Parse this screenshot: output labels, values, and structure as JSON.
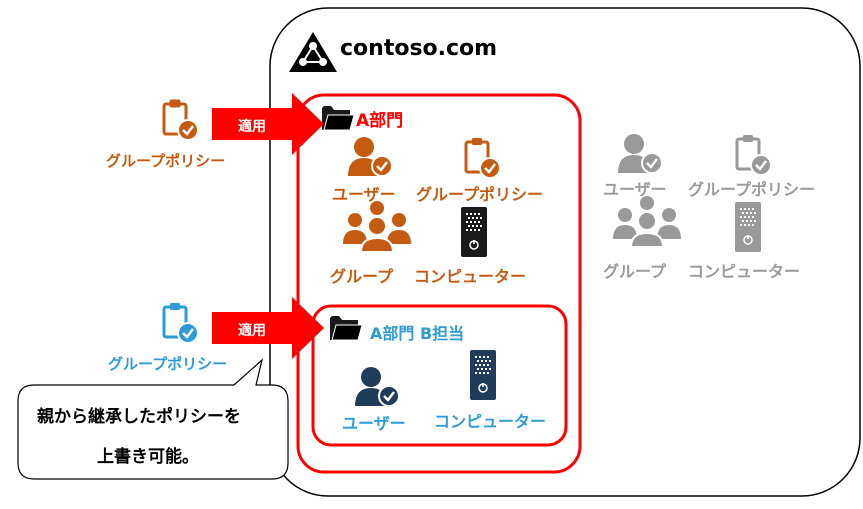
{
  "domain_title": "contoso.com",
  "left_policies": {
    "orange_label": "グループポリシー",
    "blue_label": "グループポリシー",
    "apply_label_1": "適用",
    "apply_label_2": "適用"
  },
  "ou_a": {
    "title": "A部門",
    "user_label": "ユーザー",
    "policy_label": "グループポリシー",
    "group_label": "グループ",
    "computer_label": "コンピューター"
  },
  "ou_b": {
    "title": "A部門 B担当",
    "user_label": "ユーザー",
    "computer_label": "コンピューター"
  },
  "domain_objects": {
    "user_label": "ユーザー",
    "policy_label": "グループポリシー",
    "group_label": "グループ",
    "computer_label": "コンピューター"
  },
  "callout": {
    "line1": "親から継承したポリシーを",
    "line2": "上書き可能。"
  },
  "colors": {
    "orange": "#c55a11",
    "blue": "#2e9bd6",
    "navy": "#1f3c5a",
    "grey": "#999999",
    "red": "#ff0000"
  }
}
